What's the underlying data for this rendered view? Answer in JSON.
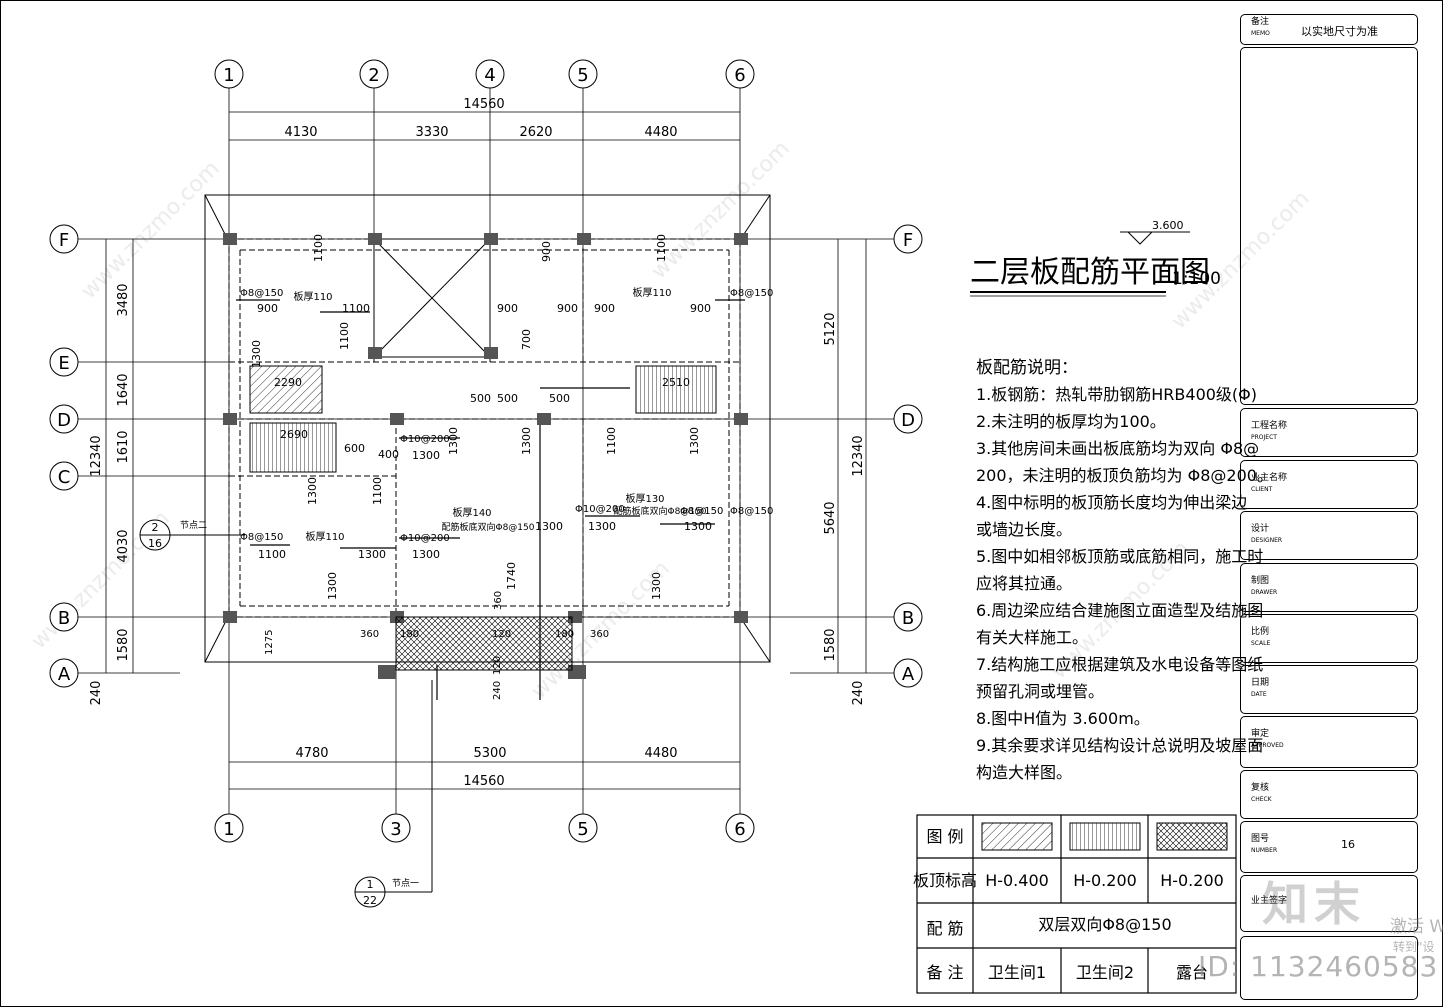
{
  "drawing": {
    "title": "二层板配筋平面图",
    "scale": "1:100",
    "elevation_mark": "3.600",
    "grid_top": [
      "1",
      "2",
      "4",
      "5",
      "6"
    ],
    "grid_bottom": [
      "1",
      "3",
      "5",
      "6"
    ],
    "grid_rows": [
      "F",
      "E",
      "D",
      "C",
      "B",
      "A"
    ],
    "dim_top_total": "14560",
    "dim_top_parts": [
      "4130",
      "3330",
      "2620",
      "4480"
    ],
    "dim_bottom_parts": [
      "4780",
      "5300",
      "4480"
    ],
    "dim_bottom_total": "14560",
    "dim_left_parts": [
      "3480",
      "1640",
      "1610",
      "4030",
      "1580"
    ],
    "dim_left_total": "12340",
    "dim_left_offset": "240",
    "dim_right_parts": [
      "5120",
      "5640",
      "1580"
    ],
    "dim_right_total": "12340",
    "dim_right_offset": "240",
    "slab_labels": [
      "板厚110",
      "板厚110",
      "板厚110",
      "板厚140",
      "板厚130"
    ],
    "slab_notes": [
      "配筋板底双向Φ8@150",
      "配筋板底双向Φ8@150"
    ],
    "rebar_labels": [
      "Φ8@150",
      "Φ8@150",
      "Φ8@150",
      "Φ8@150",
      "Φ8@150",
      "Φ10@200",
      "Φ10@200",
      "Φ10@200",
      "Φ8@150",
      "Φ8@150"
    ],
    "rebar_lengths": [
      "1100",
      "900",
      "1100",
      "900",
      "900",
      "900",
      "900",
      "1100",
      "900",
      "700",
      "500",
      "500",
      "500",
      "1300",
      "1300",
      "1100",
      "1300",
      "1300",
      "1300",
      "1100",
      "1300",
      "1300",
      "1300",
      "1300",
      "1100",
      "1300",
      "1740",
      "1300",
      "1300",
      "600",
      "400",
      "1300",
      "1100"
    ],
    "hatch_dims": [
      "2290",
      "2690",
      "2510"
    ],
    "misc_dims": [
      "360",
      "180",
      "120",
      "120",
      "240",
      "180",
      "360",
      "1275",
      "360"
    ],
    "node_refs": [
      {
        "num": "2",
        "sheet": "16",
        "label": "节点二"
      },
      {
        "num": "1",
        "sheet": "22",
        "label": "节点一"
      }
    ],
    "watermark": "www.znzmo.com"
  },
  "notes": {
    "heading": "板配筋说明：",
    "items": [
      "1.板钢筋：热轧带肋钢筋HRB400级(Φ)",
      "2.未注明的板厚均为100。",
      "3.其他房间未画出板底筋均为双向 Φ8@",
      "200，未注明的板顶负筋均为 Φ8@200。",
      "4.图中标明的板顶筋长度均为伸出梁边",
      "或墙边长度。",
      "5.图中如相邻板顶筋或底筋相同，施工时",
      "应将其拉通。",
      "6.周边梁应结合建施图立面造型及结施图",
      "有关大样施工。",
      "7.结构施工应根据建筑及水电设备等图纸",
      "预留孔洞或埋管。",
      "8.图中H值为 3.600m。",
      "9.其余要求详见结构设计总说明及坡屋面",
      "构造大样图。"
    ]
  },
  "legend": {
    "row1_label": "图 例",
    "row2_label": "板顶标高",
    "row2_values": [
      "H-0.400",
      "H-0.200",
      "H-0.200"
    ],
    "row3_label": "配 筋",
    "row3_value": "双层双向Φ8@150",
    "row4_label": "备 注",
    "row4_values": [
      "卫生间1",
      "卫生间2",
      "露台"
    ]
  },
  "title_block": {
    "memo_label": "备注",
    "memo_en": "MEMO",
    "memo_value": "以实地尺寸为准",
    "project_label": "工程名称",
    "project_en": "PROJECT",
    "client_label": "业主名称",
    "client_en": "CLIENT",
    "designer_label": "设计",
    "designer_en": "DESIGNER",
    "drawer_label": "制图",
    "drawer_en": "DRAWER",
    "scale_label": "比例",
    "scale_en": "SCALE",
    "date_label": "日期",
    "date_en": "DATE",
    "approved_label": "审定",
    "approved_en": "APPROVED",
    "check_label": "复核",
    "check_en": "CHECK",
    "number_label": "图号",
    "number_en": "NUMBER",
    "number_value": "16",
    "owner_label": "业主签字"
  },
  "overlay": {
    "brand": "知末",
    "activate": "激活 W",
    "goto": "转到\"设",
    "id_text": "ID: 1132460583"
  }
}
